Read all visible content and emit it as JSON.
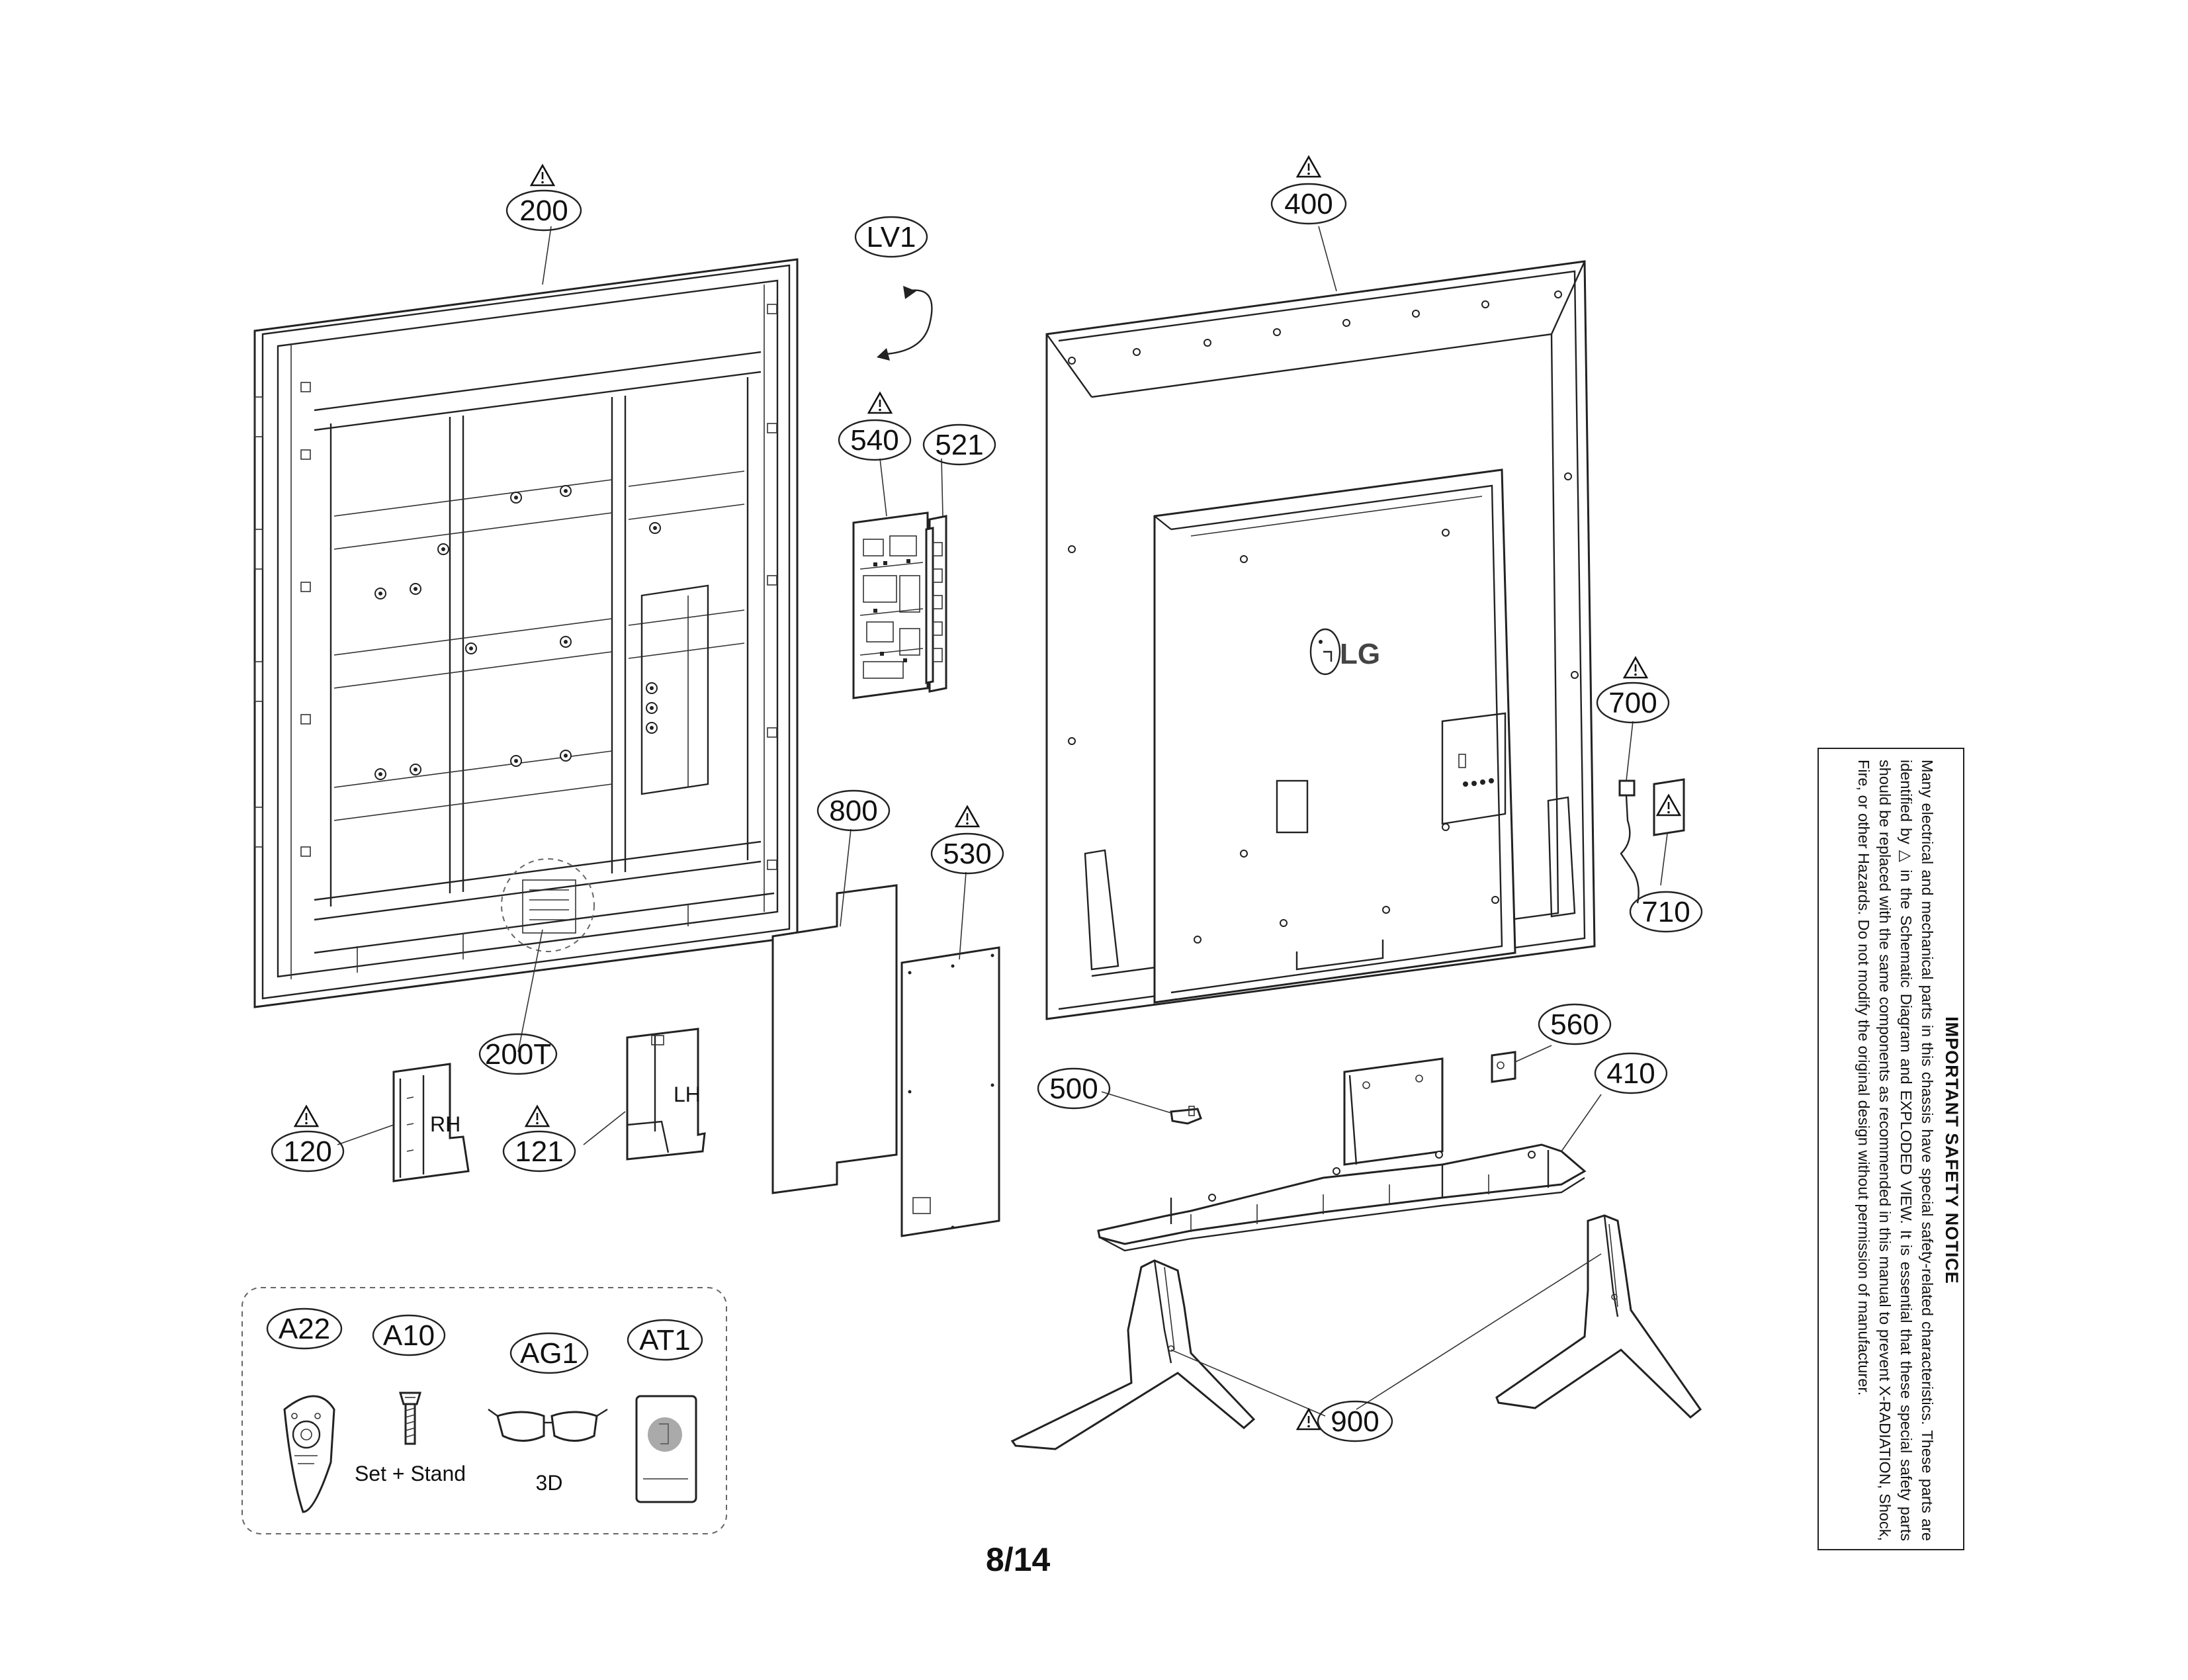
{
  "parts": {
    "p200": "200",
    "pLV1": "LV1",
    "p400": "400",
    "p540": "540",
    "p521": "521",
    "p700": "700",
    "p710": "710",
    "p800": "800",
    "p530": "530",
    "p200T": "200T",
    "p120": "120",
    "p121": "121",
    "p500": "500",
    "p560": "560",
    "p410": "410",
    "p900": "900",
    "pA22": "A22",
    "pA10": "A10",
    "pAG1": "AG1",
    "pAT1": "AT1"
  },
  "accessories": {
    "a10_caption": "Set + Stand",
    "ag1_caption": "3D"
  },
  "stand_marks": {
    "rh": "RH",
    "lh": "LH"
  },
  "logo_text": "LG",
  "safety_notice": {
    "title": "IMPORTANT SAFETY NOTICE",
    "body": "Many electrical and mechanical parts in this chassis have special safety-related characteristics. These parts are identified by △ in the Schematic Diagram and EXPLODED VIEW. It is essential that these special safety parts should be replaced with the same components as recommended in this manual to prevent X-RADIATION, Shock, Fire, or other Hazards. Do not modify the original design without permission of manufacturer."
  },
  "page_number": "8/14"
}
